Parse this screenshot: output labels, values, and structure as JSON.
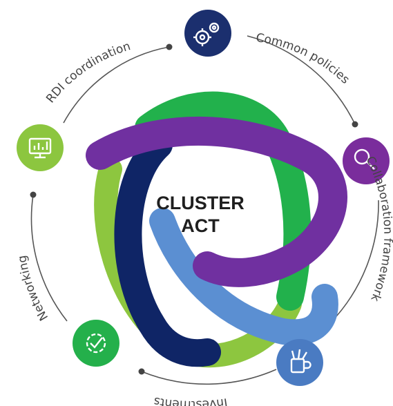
{
  "center": {
    "line1": "CLUSTER",
    "line2": "ACT"
  },
  "segments": [
    {
      "label": "RDI coordination",
      "icon": "gears-icon",
      "color": "#1b2f6e"
    },
    {
      "label": "Common policies",
      "icon": "magnifier-icon",
      "color": "#7a2d9c"
    },
    {
      "label": "Collaboration framework",
      "icon": "mug-pens-icon",
      "color": "#4a7bc2"
    },
    {
      "label": "Investments",
      "icon": "gear-check-icon",
      "color": "#24b04b"
    },
    {
      "label": "Networking",
      "icon": "monitor-chart-icon",
      "color": "#8cc63f"
    }
  ],
  "ribbon_colors": {
    "navy": "#0f2566",
    "green": "#22b14c",
    "purple": "#7030a0",
    "light_blue": "#5b8fd2",
    "light_green": "#8dc63f"
  }
}
